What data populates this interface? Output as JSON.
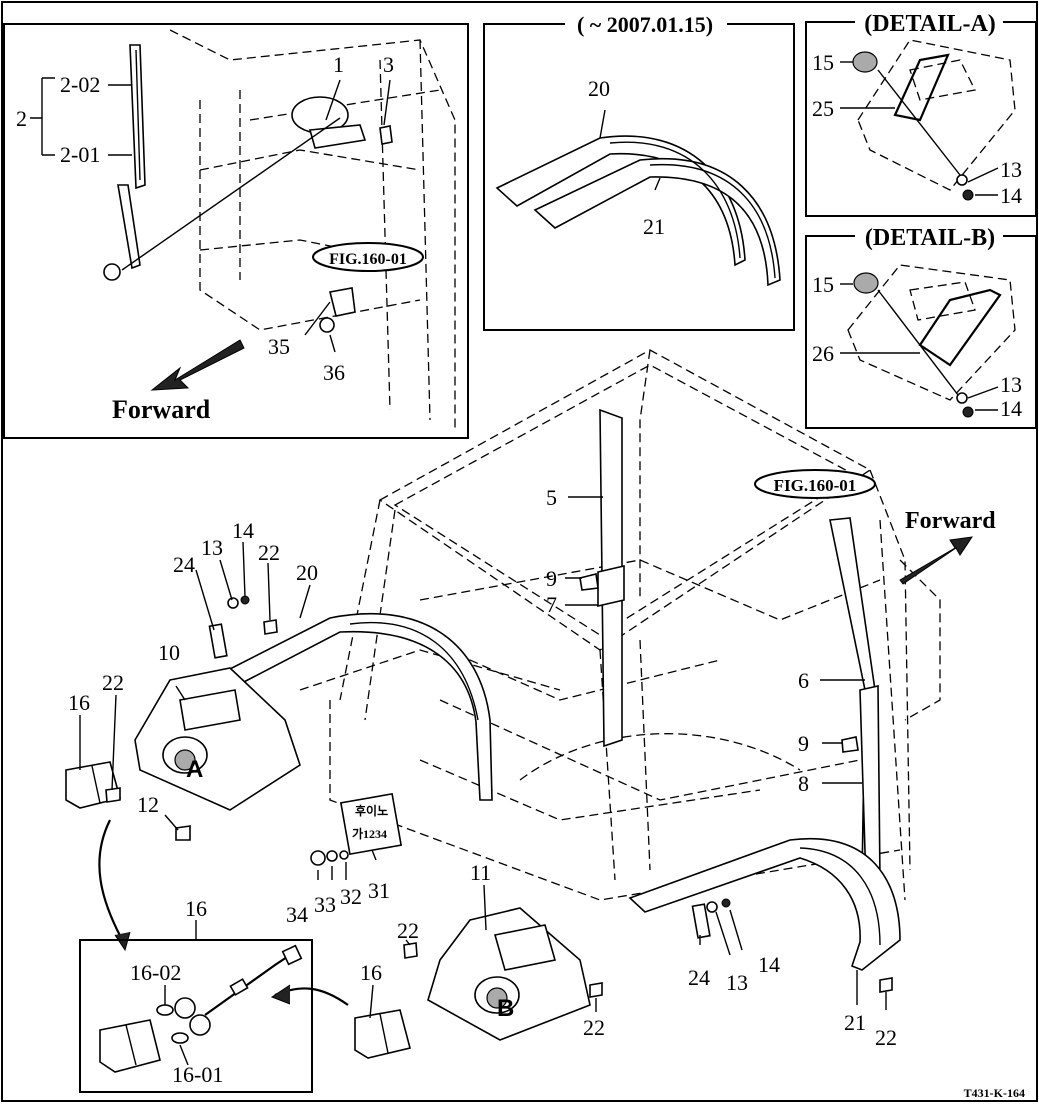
{
  "panels": {
    "wiper_inset": {
      "forward_label": "Forward",
      "fig_ref": "FIG.160-01",
      "labels": [
        "2",
        "2-02",
        "2-01",
        "1",
        "3",
        "35",
        "36"
      ]
    },
    "date_inset": {
      "title": "( ~ 2007.01.15)",
      "labels": [
        "20",
        "21"
      ]
    },
    "detail_a": {
      "title": "(DETAIL-A)",
      "labels": [
        "15",
        "25",
        "13",
        "14"
      ]
    },
    "detail_b": {
      "title": "(DETAIL-B)",
      "labels": [
        "15",
        "26",
        "13",
        "14"
      ]
    },
    "lamp_inset": {
      "title": "16",
      "labels": [
        "16-02",
        "16-01"
      ]
    }
  },
  "main": {
    "fig_ref": "FIG.160-01",
    "forward_label": "Forward",
    "callout_a": "A",
    "callout_b": "B",
    "plate_line1": "후이노",
    "plate_line2": "가1234",
    "labels": {
      "p5": "5",
      "p9a": "9",
      "p7": "7",
      "p6": "6",
      "p9b": "9",
      "p8": "8",
      "p24a": "24",
      "p13a": "13",
      "p14a": "14",
      "p22a": "22",
      "p20": "20",
      "p10": "10",
      "p22b": "22",
      "p16a": "16",
      "p12": "12",
      "p34": "34",
      "p33": "33",
      "p32": "32",
      "p31": "31",
      "p11": "11",
      "p22c": "22",
      "p16b": "16",
      "p22d": "22",
      "p24b": "24",
      "p13b": "13",
      "p14b": "14",
      "p21": "21",
      "p22e": "22"
    }
  },
  "drawing_code": "T431-K-164"
}
